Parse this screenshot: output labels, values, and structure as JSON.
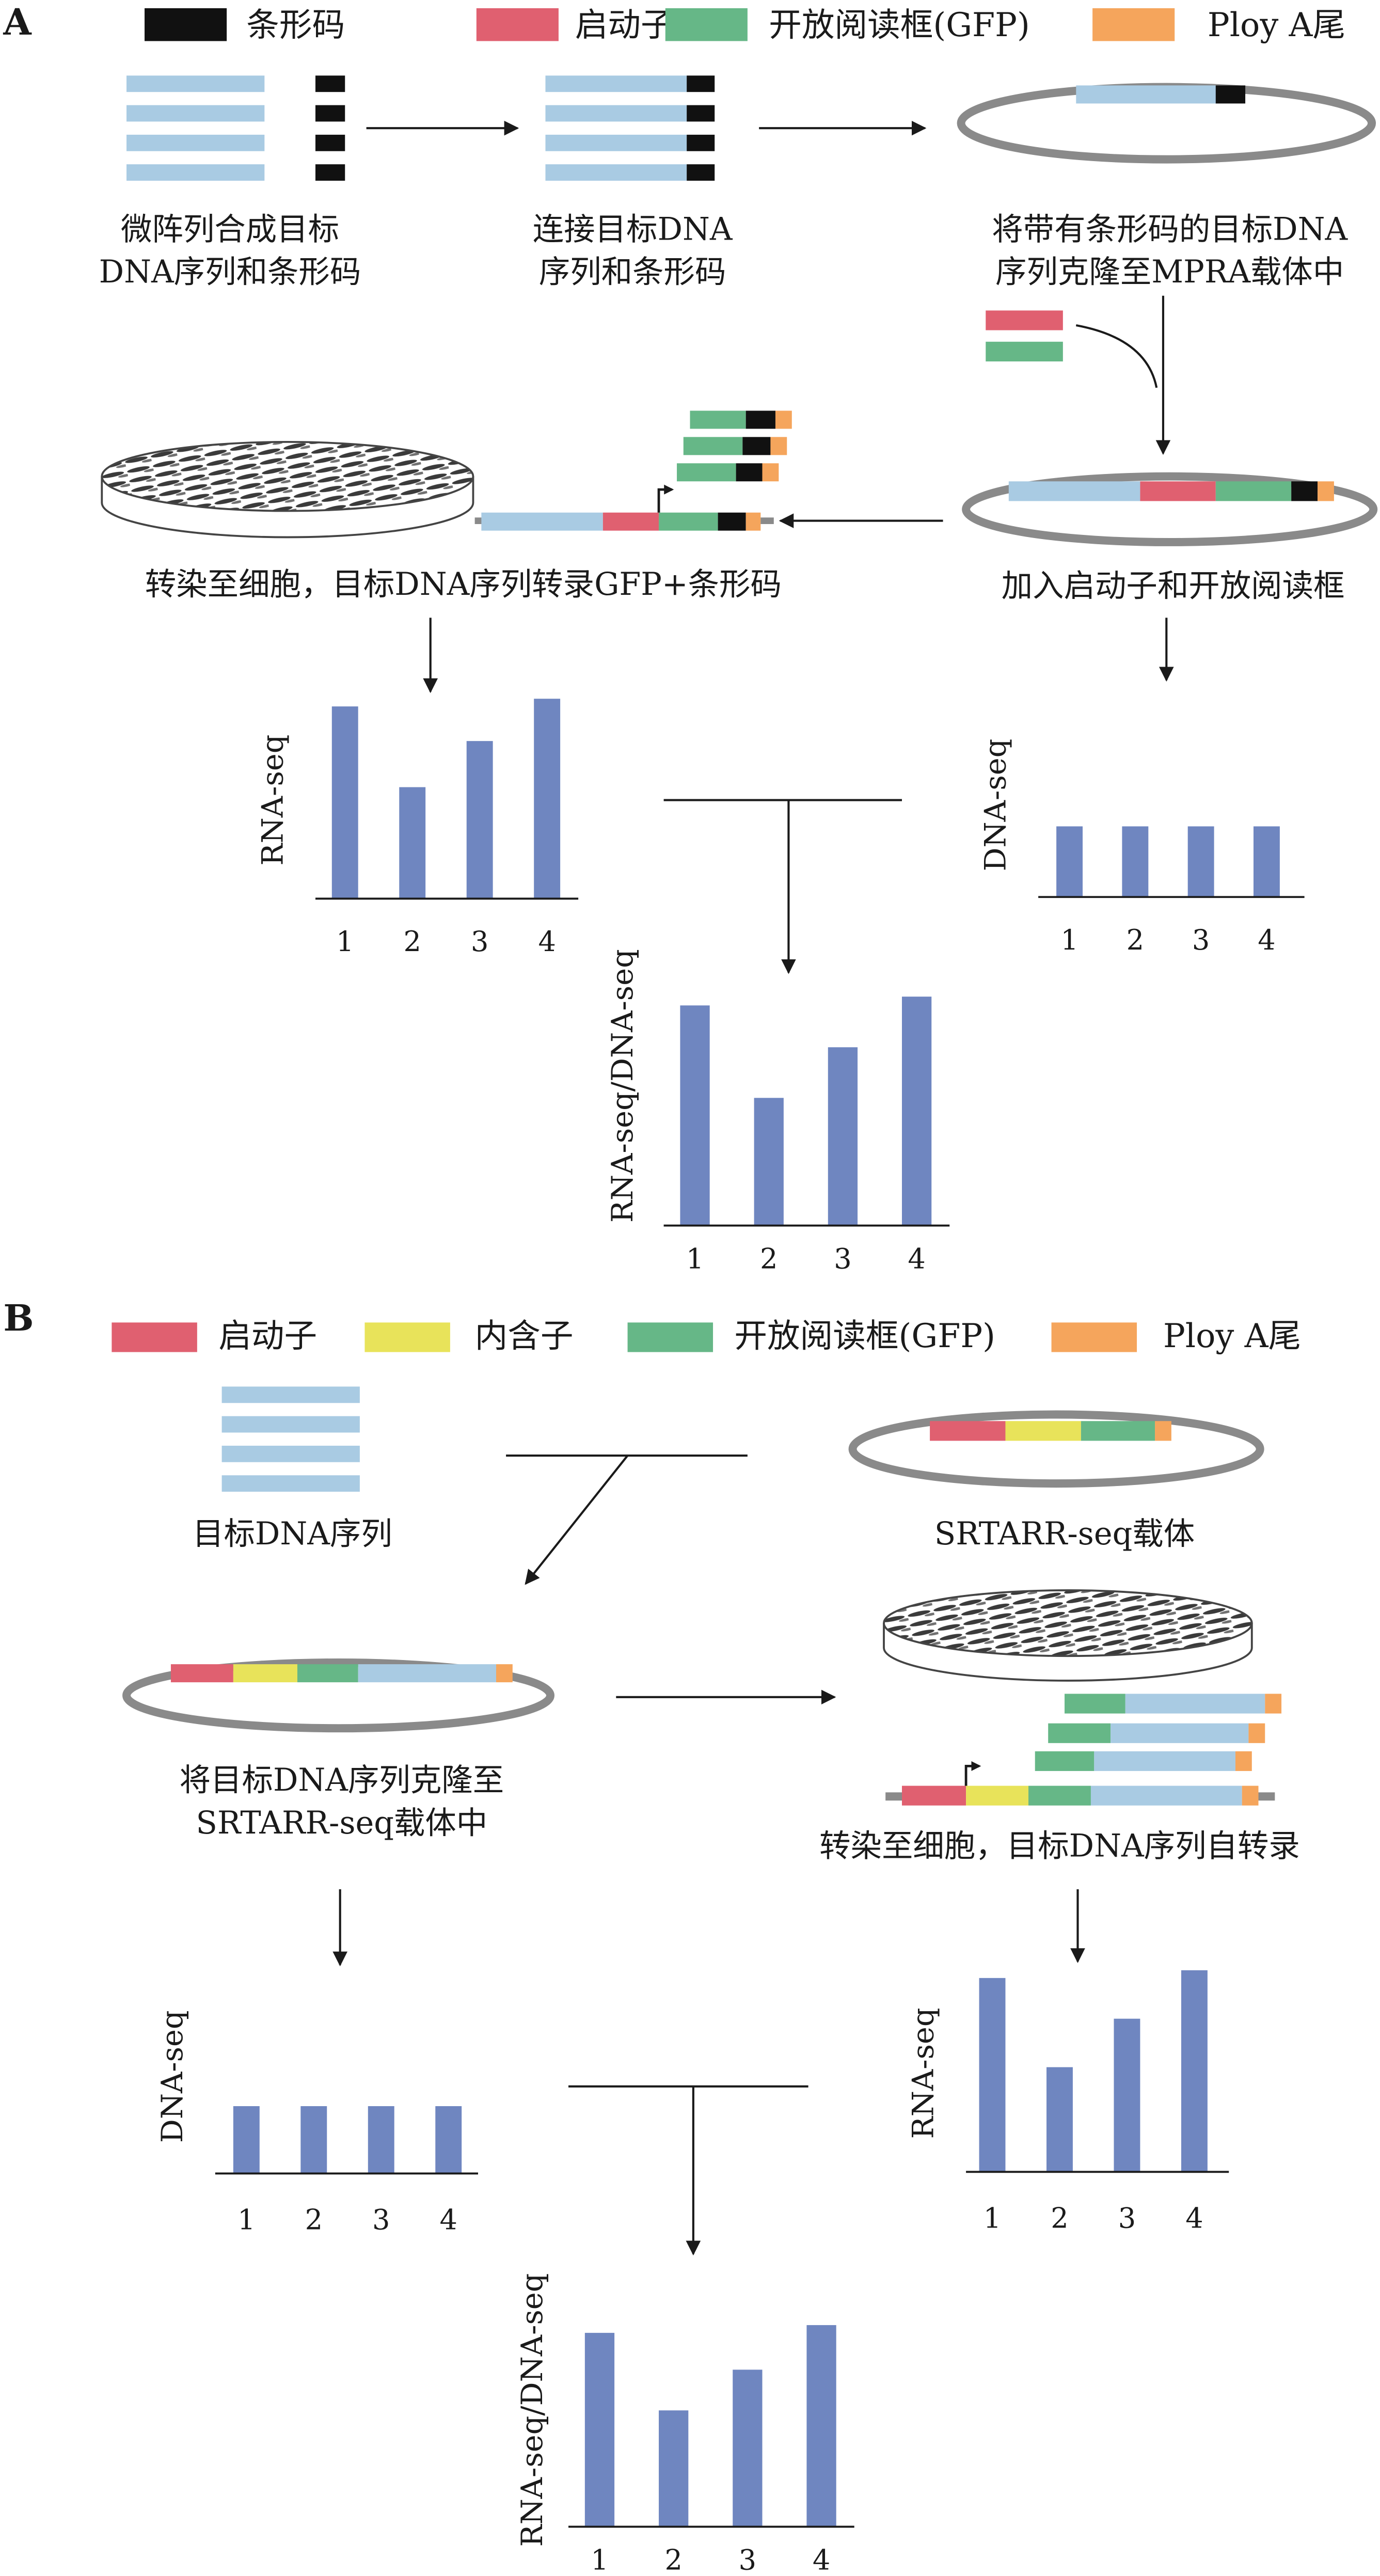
{
  "panel_a": {
    "label": "A",
    "legend": [
      {
        "label": "条形码",
        "color": "#111111"
      },
      {
        "label": "启动子",
        "color": "#e06070"
      },
      {
        "label": "开放阅读框(GFP)",
        "color": "#66b787"
      },
      {
        "label": "Ploy A尾",
        "color": "#f5a55c"
      }
    ],
    "captions": {
      "synthesis": [
        "微阵列合成目标",
        "DNA序列和条形码"
      ],
      "ligation": [
        "连接目标DNA",
        "序列和条形码"
      ],
      "cloning": [
        "将带有条形码的目标DNA",
        "序列克隆至MPRA载体中"
      ],
      "add_promoter": "加入启动子和开放阅读框",
      "transfect": "转染至细胞，目标DNA序列转录GFP+条形码"
    },
    "chart_rna": {
      "ylabel": "RNA-seq",
      "categories": [
        "1",
        "2",
        "3",
        "4"
      ],
      "values": [
        1.0,
        0.58,
        0.82,
        1.04
      ]
    },
    "chart_dna": {
      "ylabel": "DNA-seq",
      "categories": [
        "1",
        "2",
        "3",
        "4"
      ],
      "values": [
        1.0,
        1.0,
        1.0,
        1.0
      ]
    },
    "chart_ratio": {
      "ylabel": "RNA-seq/DNA-seq",
      "categories": [
        "1",
        "2",
        "3",
        "4"
      ],
      "values": [
        1.0,
        0.58,
        0.81,
        1.04
      ]
    }
  },
  "panel_b": {
    "label": "B",
    "legend": [
      {
        "label": "启动子",
        "color": "#e06070"
      },
      {
        "label": "内含子",
        "color": "#e8e35a"
      },
      {
        "label": "开放阅读框(GFP)",
        "color": "#66b787"
      },
      {
        "label": "Ploy A尾",
        "color": "#f5a55c"
      }
    ],
    "captions": {
      "target": "目标DNA序列",
      "vector": "SRTARR-seq载体",
      "cloning": [
        "将目标DNA序列克隆至",
        "SRTARR-seq载体中"
      ],
      "transfect": "转染至细胞，目标DNA序列自转录"
    },
    "chart_dna": {
      "ylabel": "DNA-seq",
      "categories": [
        "1",
        "2",
        "3",
        "4"
      ],
      "values": [
        1.0,
        1.0,
        1.0,
        1.0
      ]
    },
    "chart_rna": {
      "ylabel": "RNA-seq",
      "categories": [
        "1",
        "2",
        "3",
        "4"
      ],
      "values": [
        1.0,
        0.54,
        0.79,
        1.04
      ]
    },
    "chart_ratio": {
      "ylabel": "RNA-seq/DNA-seq",
      "categories": [
        "1",
        "2",
        "3",
        "4"
      ],
      "values": [
        1.0,
        0.6,
        0.81,
        1.04
      ]
    }
  },
  "chart_data": [
    {
      "type": "bar",
      "ylabel": "RNA-seq",
      "categories": [
        "1",
        "2",
        "3",
        "4"
      ],
      "values": [
        1.0,
        0.58,
        0.82,
        1.04
      ]
    },
    {
      "type": "bar",
      "ylabel": "DNA-seq",
      "categories": [
        "1",
        "2",
        "3",
        "4"
      ],
      "values": [
        1.0,
        1.0,
        1.0,
        1.0
      ]
    },
    {
      "type": "bar",
      "ylabel": "RNA-seq/DNA-seq",
      "categories": [
        "1",
        "2",
        "3",
        "4"
      ],
      "values": [
        1.0,
        0.58,
        0.81,
        1.04
      ]
    },
    {
      "type": "bar",
      "ylabel": "DNA-seq",
      "categories": [
        "1",
        "2",
        "3",
        "4"
      ],
      "values": [
        1.0,
        1.0,
        1.0,
        1.0
      ]
    },
    {
      "type": "bar",
      "ylabel": "RNA-seq",
      "categories": [
        "1",
        "2",
        "3",
        "4"
      ],
      "values": [
        1.0,
        0.54,
        0.79,
        1.04
      ]
    },
    {
      "type": "bar",
      "ylabel": "RNA-seq/DNA-seq",
      "categories": [
        "1",
        "2",
        "3",
        "4"
      ],
      "values": [
        1.0,
        0.6,
        0.81,
        1.04
      ]
    }
  ],
  "colors": {
    "barcode": "#111111",
    "promoter": "#e06070",
    "intron": "#e8e35a",
    "orf": "#66b787",
    "polya": "#f5a55c",
    "target_dna": "#a9cbe3",
    "plasmid": "#8a8a8a",
    "bars": "#6f86c0"
  }
}
